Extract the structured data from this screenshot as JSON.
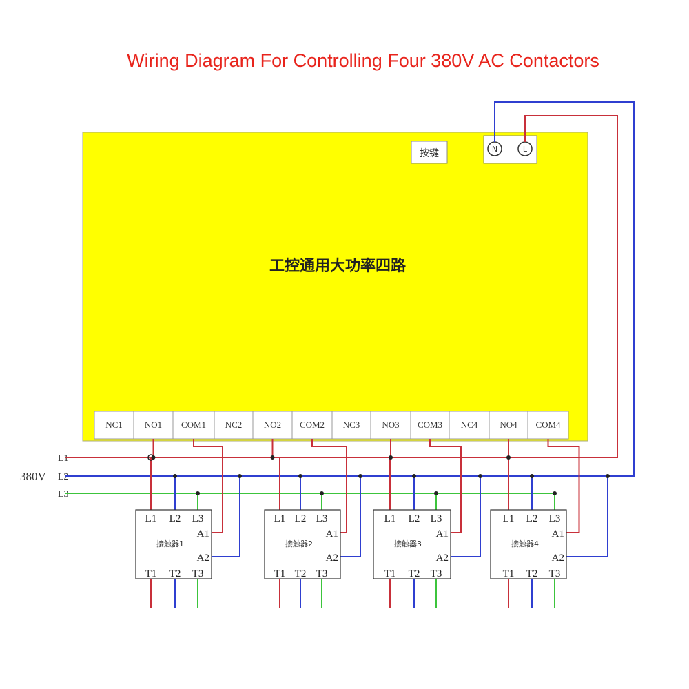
{
  "title": "Wiring Diagram For Controlling Four 380V AC Contactors",
  "board": {
    "name": "工控通用大功率四路",
    "button_label": "按键",
    "power_terminals": [
      "N",
      "L"
    ],
    "relay_terminals": [
      "NC1",
      "NO1",
      "COM1",
      "NC2",
      "NO2",
      "COM2",
      "NC3",
      "NO3",
      "COM3",
      "NC4",
      "NO4",
      "COM4"
    ]
  },
  "supply": {
    "voltage_label": "380V",
    "lines": [
      "L1",
      "L2",
      "L3"
    ]
  },
  "contactors": [
    {
      "name": "接触器1"
    },
    {
      "name": "接触器2"
    },
    {
      "name": "接触器3"
    },
    {
      "name": "接触器4"
    }
  ],
  "contactor_terminals": {
    "inputs": [
      "L1",
      "L2",
      "L3"
    ],
    "coil": [
      "A1",
      "A2"
    ],
    "outputs": [
      "T1",
      "T2",
      "T3"
    ]
  },
  "colors": {
    "title": "#e8241c",
    "board": "#ffff00",
    "L1_wire": "#c8303a",
    "L2_wire": "#2f3fd0",
    "L3_wire": "#3cc43c",
    "N_wire": "#2f3fd0",
    "L_wire": "#c8303a"
  }
}
